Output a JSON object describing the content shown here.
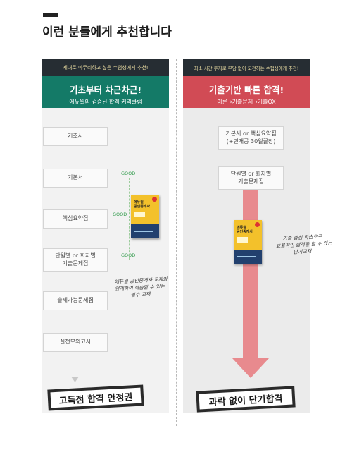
{
  "page_title": "이런 분들에게 추천합니다",
  "left": {
    "tagline": "제대로 마무리하고 싶은 수험생에게 추천!",
    "headline": "기초부터 차근차근!",
    "subline": "에듀윌의 검증된 합격 커리큘럼",
    "steps": [
      "기초서",
      "기본서",
      "핵심요약집",
      "단원별 or 회차별",
      "기출문제집",
      "출제가능문제집",
      "실전모의고사"
    ],
    "good_labels": [
      "GOOD",
      "GOOD",
      "GOOD"
    ],
    "note_lines": [
      "에듀윌 공인중개사 교재와",
      "연계하여 학습할 수 있는",
      "필수 교재"
    ],
    "result": "고득점 합격 안정권"
  },
  "right": {
    "tagline": "최소 시간 투자로 부담 없이 도전하는 수험생에게 추천!",
    "headline": "기출기반 빠른 합격!",
    "subline": "이론→기출문제→기출OX",
    "steps": [
      "기본서 or 핵심요약집",
      "(+민개공 30일끝장)",
      "단원별 or 회차별",
      "기출문제집"
    ],
    "note_lines": [
      "기출 중심 학습으로",
      "효율적인 합격을 할 수 있는",
      "단기교재"
    ],
    "result": "과락 없이 단기합격"
  },
  "book": {
    "title_line1": "에듀윌",
    "title_line2": "공인중개사"
  },
  "colors": {
    "green": "#147a67",
    "red": "#d14b55",
    "dark": "#262d33",
    "arrow": "#e88a8e",
    "good": "#2f9a4a"
  }
}
